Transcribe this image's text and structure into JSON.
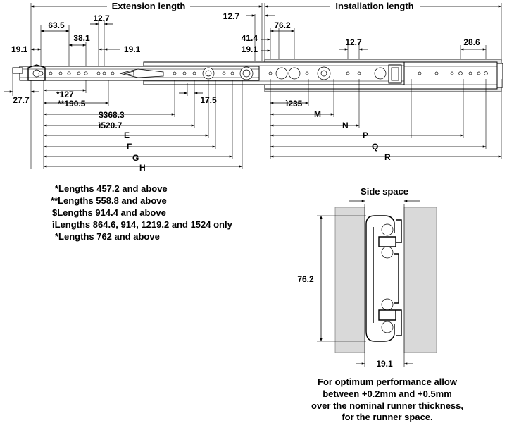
{
  "header": {
    "extension_length": "Extension length",
    "installation_length": "Installation length"
  },
  "top_dims": {
    "d635": "63.5",
    "d127a": "12.7",
    "d381": "38.1",
    "d191a": "19.1",
    "d191b": "19.1",
    "d127b": "12.7",
    "d414": "41.4",
    "d191c": "19.1",
    "d762": "76.2",
    "d127c": "12.7",
    "d286": "28.6"
  },
  "left_dims": {
    "d277": "27.7",
    "d127": "*127",
    "d1905": "**190.5",
    "d3683": "$368.3",
    "d5207": "ì520.7",
    "d175": "17.5",
    "E": "E",
    "F": "F",
    "G": "G",
    "H": "H"
  },
  "right_dims": {
    "d235": "ì235",
    "M": "M",
    "N": "N",
    "P": "P",
    "Q": "Q",
    "R": "R"
  },
  "notes": [
    "*Lengths 457.2 and above",
    "**Lengths 558.8 and above",
    "$Lengths 914.4 and above",
    "ìLengths 864.6, 914, 1219.2 and 1524 only",
    "*Lengths 762 and above"
  ],
  "section": {
    "side_space": "Side space",
    "height": "76.2",
    "width": "19.1"
  },
  "footer": [
    "For optimum performance allow",
    "between +0.2mm and +0.5mm",
    "over the nominal runner thickness,",
    "for the runner space."
  ]
}
